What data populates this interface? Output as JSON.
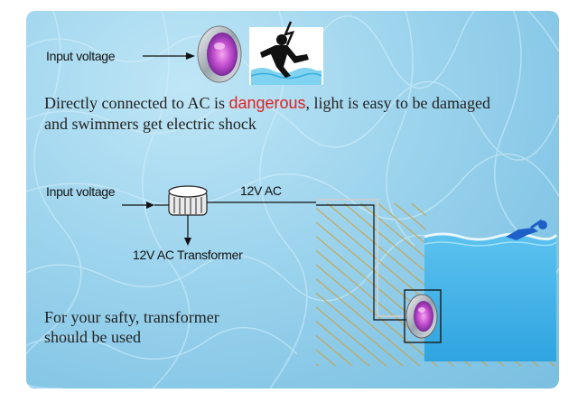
{
  "top_section": {
    "input_label": "Input voltage",
    "warning_before": "Directly connected to AC is ",
    "warning_highlight": "dangerous",
    "warning_after": ", light is easy to be damaged",
    "warning_line2": "and swimmers get electric shock"
  },
  "bottom_section": {
    "input_label": "Input voltage",
    "output_label": "12V AC",
    "transformer_label": "12V AC Transformer",
    "note_line1": "For your safty, transformer",
    "note_line2": "should be used"
  },
  "colors": {
    "danger": "#e02020",
    "pool_water": "#4fb8ea",
    "hatch": "#c9a24a"
  }
}
